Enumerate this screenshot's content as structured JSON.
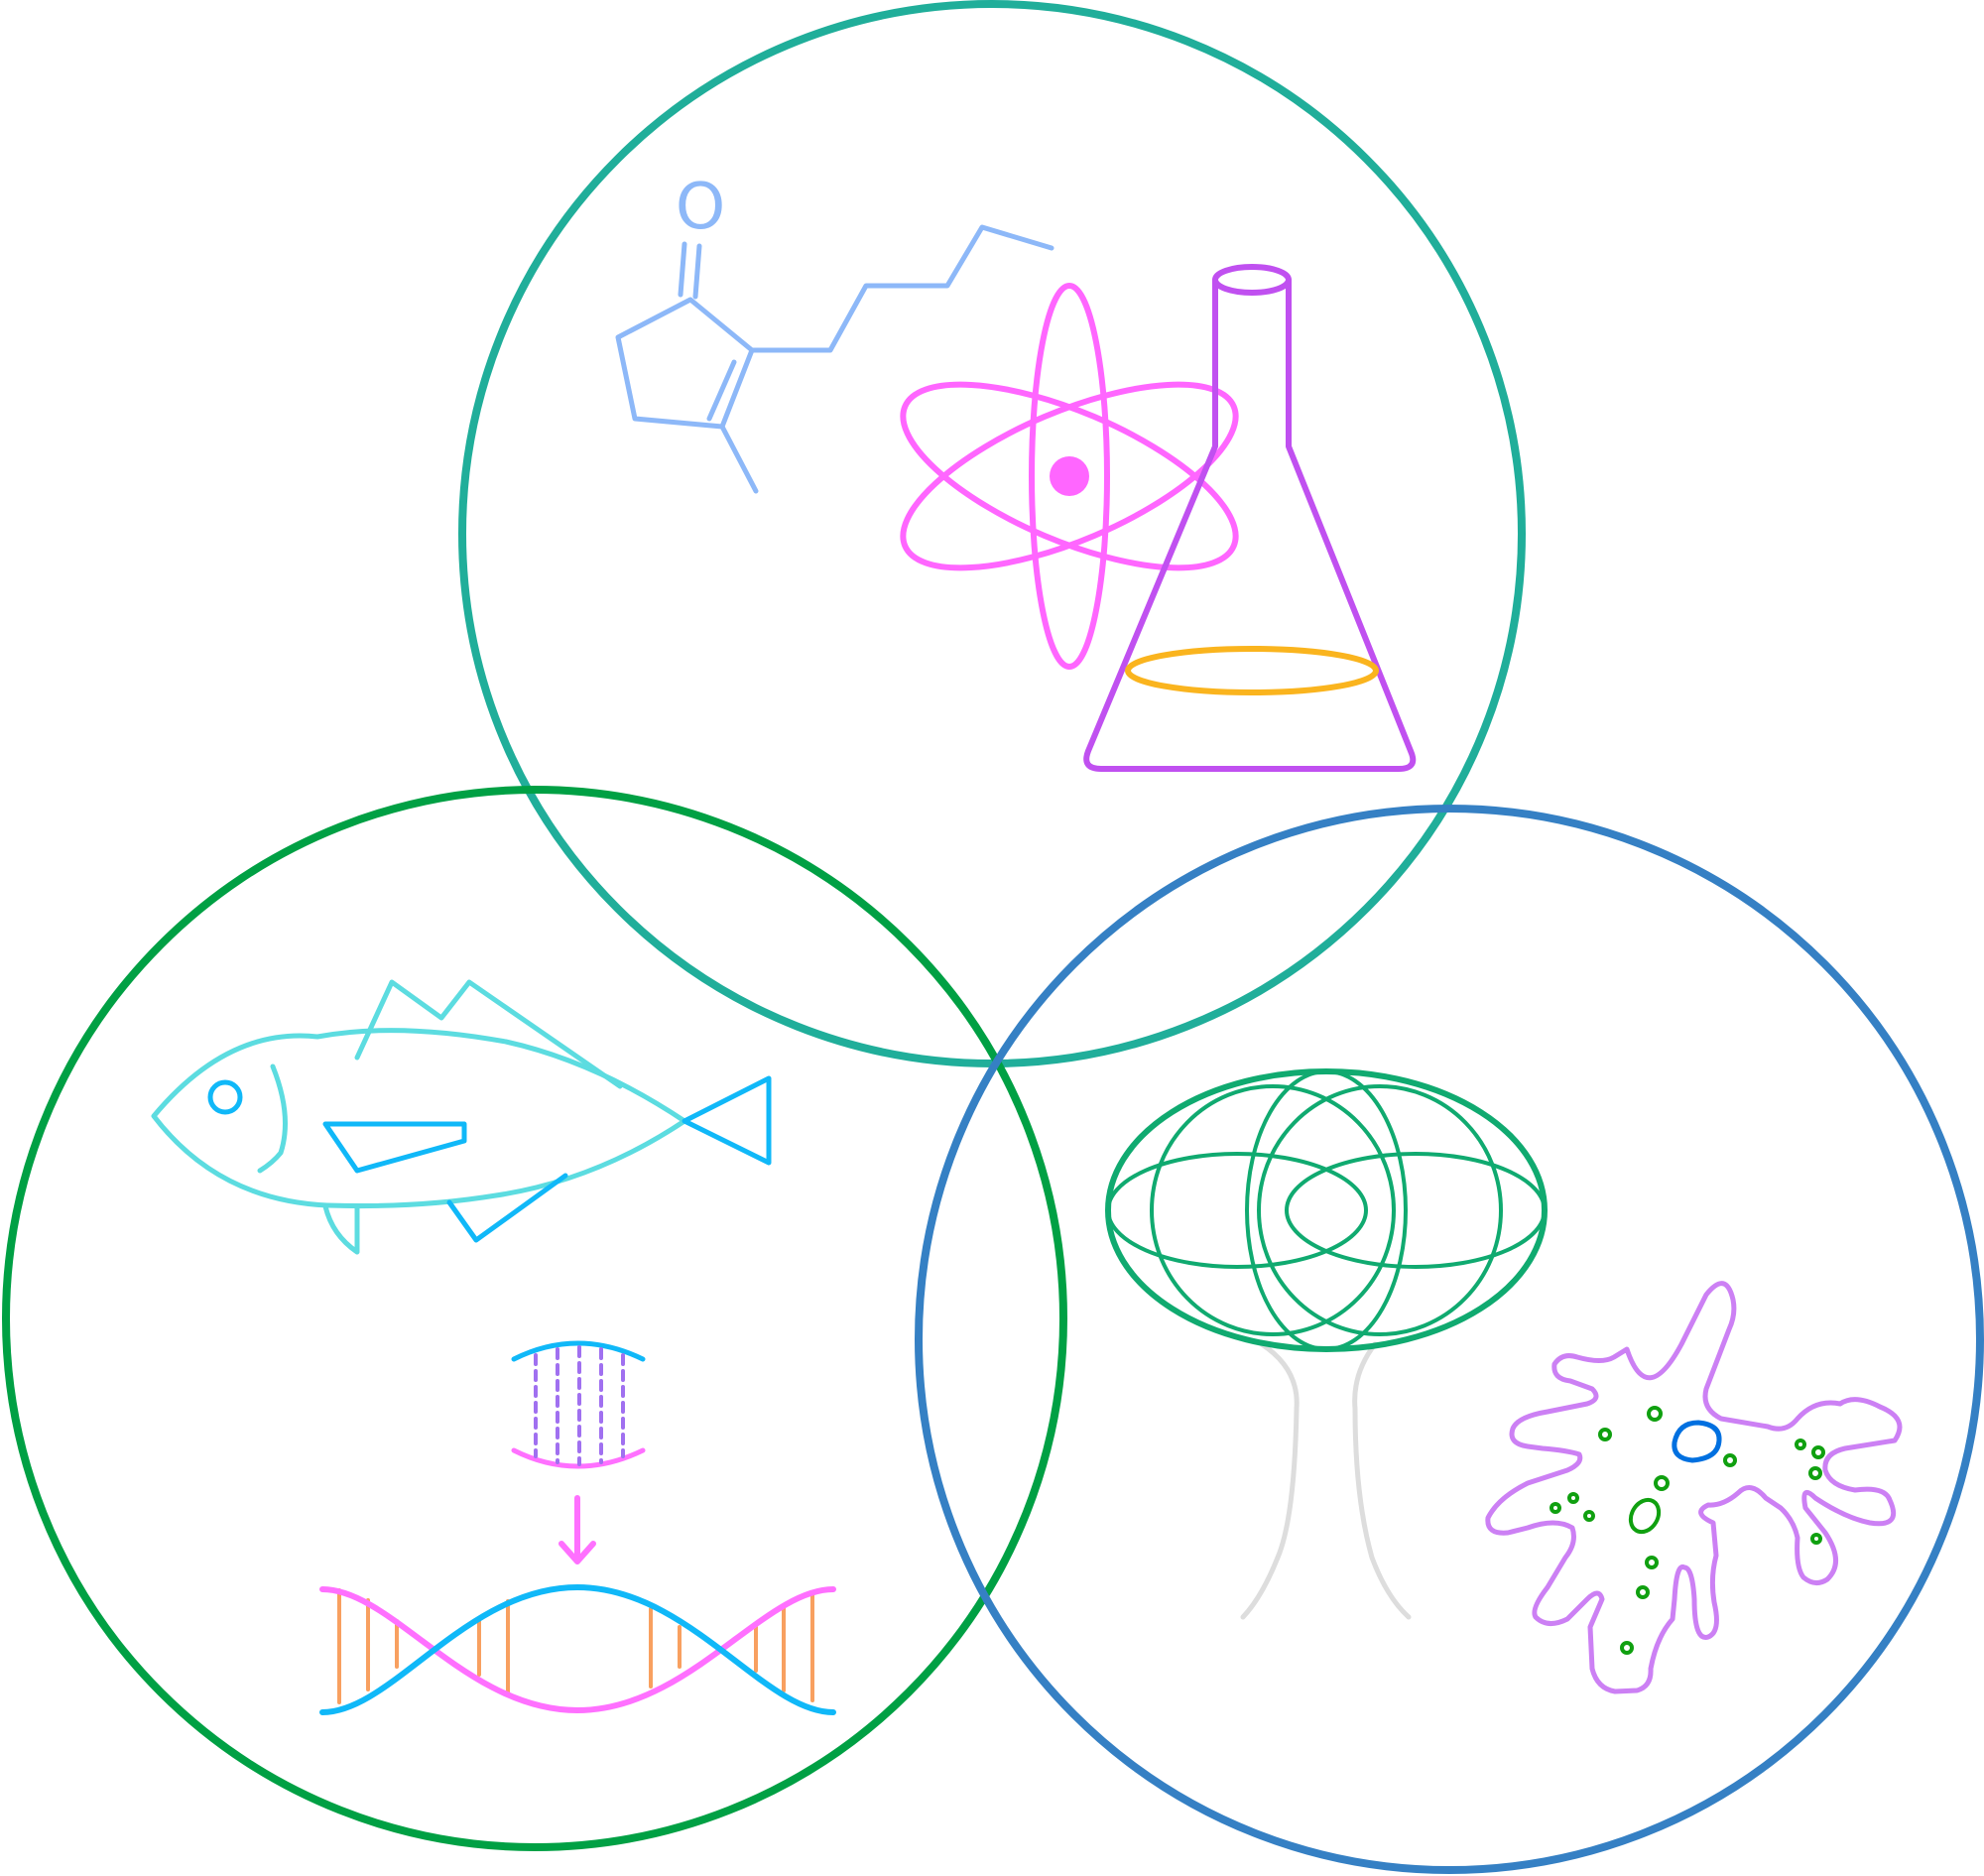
{
  "molecule": {
    "oxygen_label": "O"
  },
  "colors": {
    "chemistry_circle": "#20AE9A",
    "biology_circle": "#00A044",
    "ecology_circle": "#3580C4",
    "molecule": "#8DB8F8",
    "atom": "#FF66FF",
    "flask": "#C050F0",
    "liquid": "#FAB41E",
    "fish_body": "#5CDCE0",
    "fish_fins": "#10B8F8",
    "dna_primary": "#10B8F8",
    "dna_secondary": "#FF70FF",
    "dna_rungs": "#F8A060",
    "dna_bonds": "#A070F0",
    "tree_canopy": "#10AA70",
    "tree_trunk": "#DDDDDD",
    "cell_membrane": "#CC80F4",
    "cell_nucleus": "#0070E0",
    "cell_organelles": "#10A010"
  },
  "icons": [
    "chemistry-circle",
    "biology-circle",
    "ecology-circle",
    "molecule-icon",
    "atom-icon",
    "flask-icon",
    "fish-icon",
    "dna-icon",
    "tree-icon",
    "cell-icon"
  ]
}
